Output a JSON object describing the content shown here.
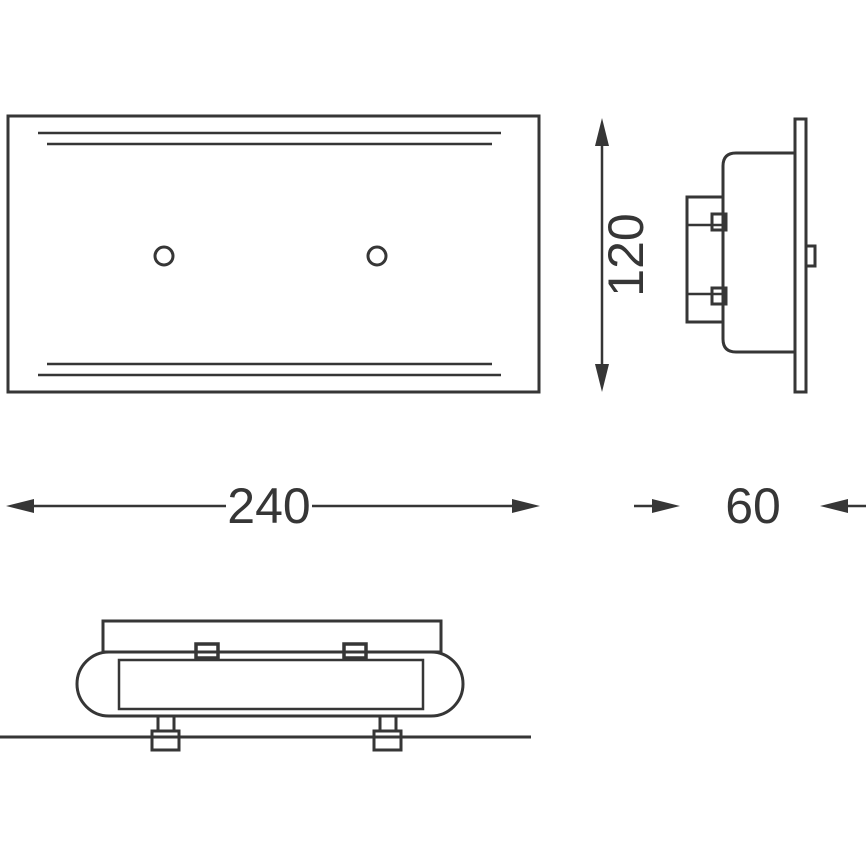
{
  "drawing": {
    "dimensions": {
      "width_label": "240",
      "height_label": "120",
      "depth_label": "60"
    }
  },
  "colors": {
    "line": "#363636",
    "background": "#ffffff"
  }
}
